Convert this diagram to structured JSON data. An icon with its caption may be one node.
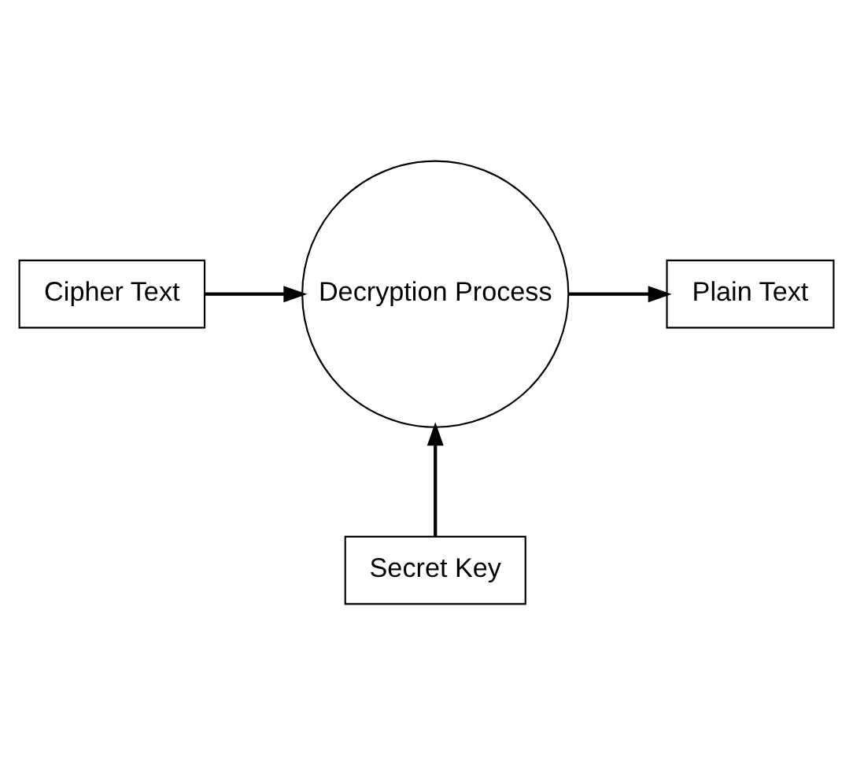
{
  "diagram": {
    "nodes": [
      {
        "text": [
          "Cipher Text"
        ]
      },
      {
        "text": [
          "Decryption Process"
        ]
      },
      {
        "text": [
          "Plain Text"
        ]
      },
      {
        "text": [
          "Secret Key"
        ]
      }
    ],
    "edges": [
      {
        "from": 0,
        "to": 1,
        "arrow": "to"
      },
      {
        "from": 1,
        "to": 2,
        "arrow": "to"
      },
      {
        "from": 3,
        "to": 1,
        "arrow": "to"
      }
    ]
  }
}
